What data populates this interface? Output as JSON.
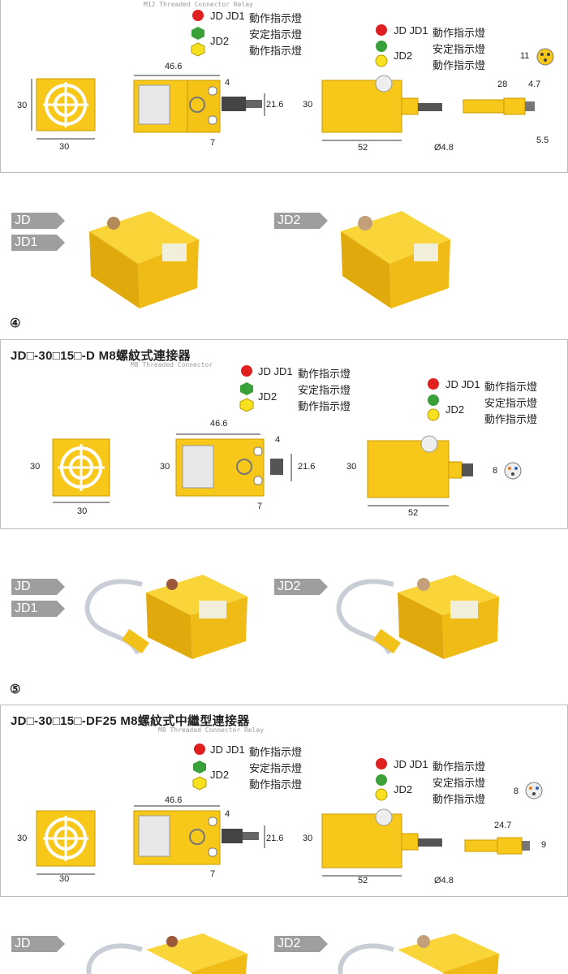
{
  "sections": {
    "s3": {
      "subtitle": "M12 Threaded Connector Relay"
    },
    "s4": {
      "number": "④",
      "model": "JD□-30□15□-D",
      "name": "M8螺紋式連接器",
      "subtitle": "M8 Threaded Connector"
    },
    "s5": {
      "number": "⑤",
      "model": "JD□-30□15□-DF25",
      "name": "M8螺紋式中繼型連接器",
      "subtitle": "M8 Threaded Connector Relay"
    }
  },
  "legend": {
    "jd_jd1": "JD JD1",
    "jd2": "JD2",
    "action": "動作指示燈",
    "stable": "安定指示燈"
  },
  "tags": {
    "jd": "JD",
    "jd1": "JD1",
    "jd2": "JD2"
  },
  "dims": {
    "d30": "30",
    "d46_6": "46.6",
    "d4": "4",
    "d7": "7",
    "d21_6": "21.6",
    "d52": "52",
    "d4_8": "Ø4.8",
    "d28": "28",
    "d4_7": "4.7",
    "d5_5": "5.5",
    "d11": "11",
    "d8": "8",
    "d24_7": "24.7",
    "d9": "9"
  },
  "colors": {
    "yellow": "#f7c71a",
    "tag_gray": "#9e9e9e",
    "red_led": "#e02020",
    "green_led": "#3aa03a"
  }
}
